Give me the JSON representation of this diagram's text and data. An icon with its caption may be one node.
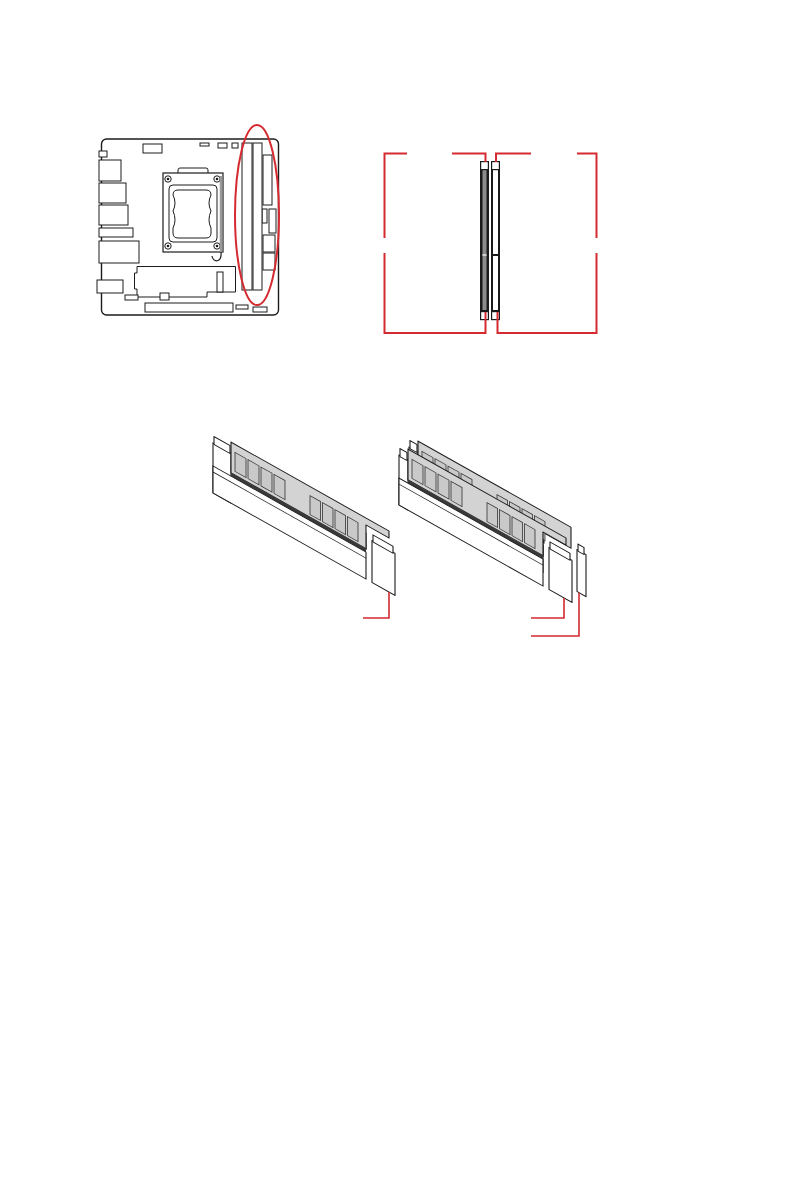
{
  "diagram": {
    "nodes": [
      {
        "text": [],
        "shape": "box"
      },
      {
        "text": [],
        "shape": "box"
      },
      {
        "text": [],
        "shape": "box"
      }
    ],
    "edges": [
      {
        "from": null,
        "to": 0,
        "arrow": "none"
      },
      {
        "from": null,
        "to": 1,
        "arrow": "none"
      },
      {
        "from": null,
        "to": 2,
        "arrow": "none"
      }
    ]
  }
}
